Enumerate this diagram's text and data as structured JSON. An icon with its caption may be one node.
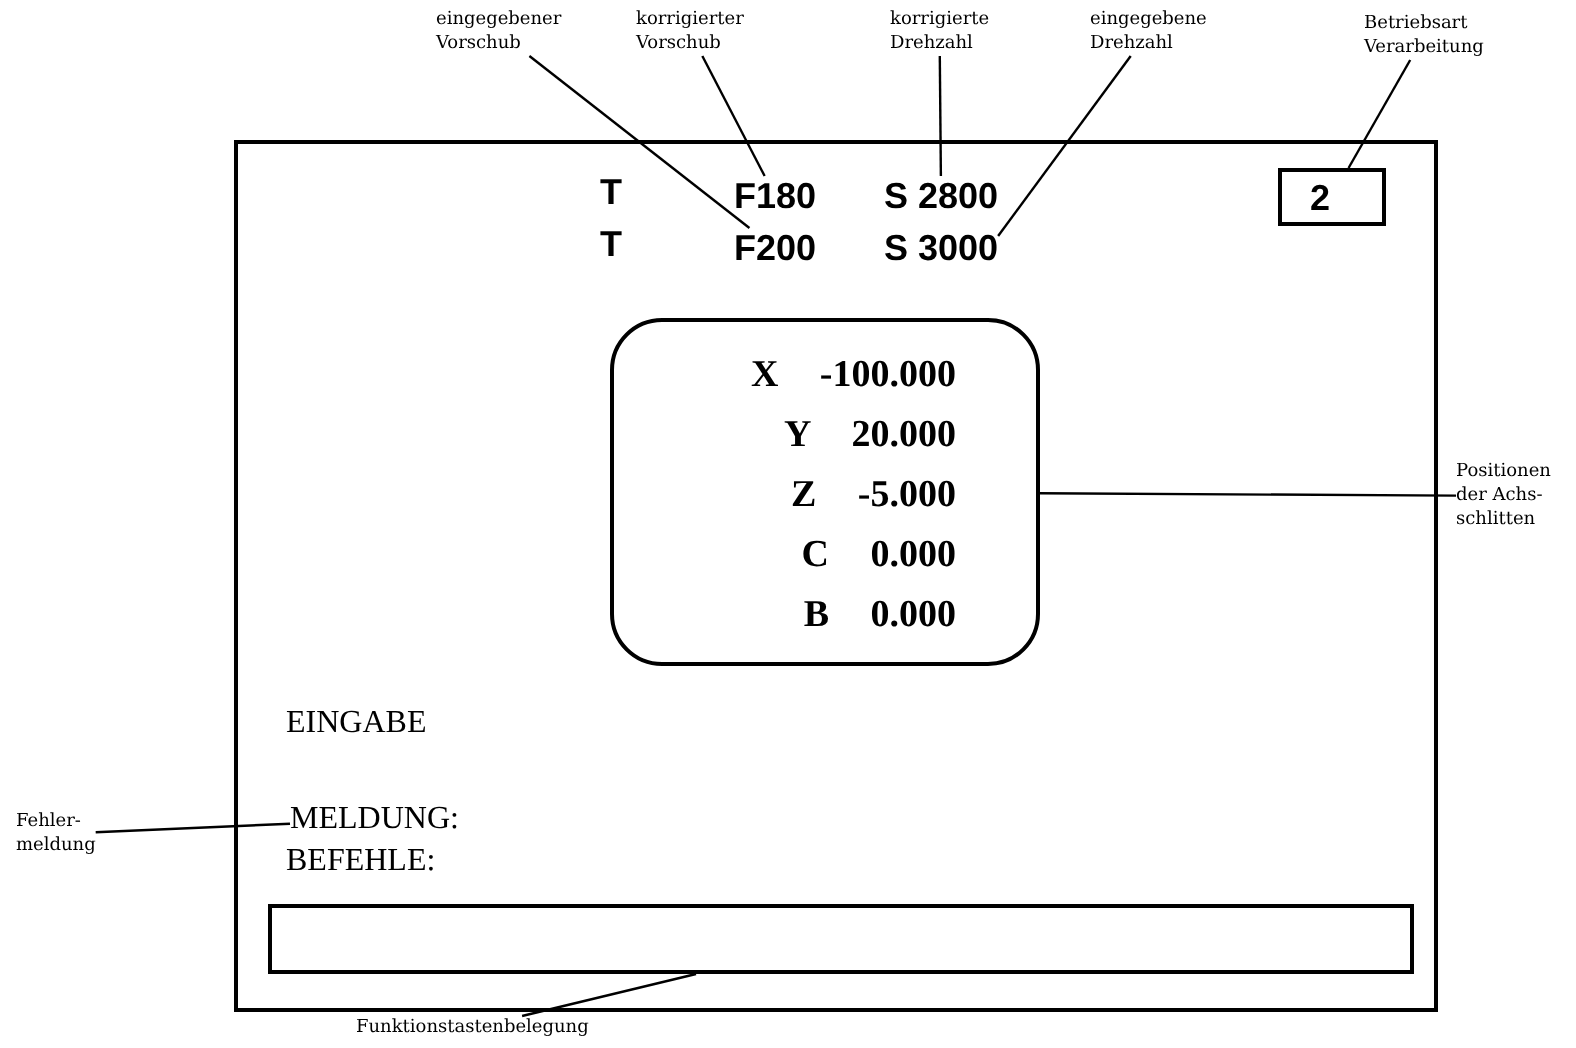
{
  "diagram": {
    "nodes": [
      {
        "text": [
          "eingegebener Vorschub"
        ]
      },
      {
        "text": [
          "korrigierter Vorschub"
        ]
      },
      {
        "text": [
          "korrigierte Drehzahl"
        ]
      },
      {
        "text": [
          "eingegebene Drehzahl"
        ]
      },
      {
        "text": [
          "Betriebsart Verarbeitung"
        ]
      },
      {
        "text": [],
        "shape": "box"
      },
      {
        "text": [
          "F180"
        ],
        "in": 5
      },
      {
        "text": [
          "S 2800"
        ],
        "in": 5
      },
      {
        "text": [
          "2"
        ],
        "in": 5
      },
      {
        "text": [
          "F200"
        ],
        "in": 5
      },
      {
        "text": [
          "S 3000"
        ],
        "in": 5
      },
      {
        "text": [
          "X -100.000",
          "Y 20.000",
          "Z -5.000",
          "C 0.000",
          "B 0.000"
        ],
        "in": 5
      },
      {
        "text": [
          "Positionen der Achs- schlitten"
        ]
      },
      {
        "text": [
          "MELDUNG:"
        ],
        "in": 5
      },
      {
        "text": [
          "Fehler- meldung"
        ]
      },
      {
        "text": [],
        "shape": "box",
        "in": 5
      },
      {
        "text": [
          "Funktionstastenbelegung"
        ]
      }
    ],
    "edges": [
      {
        "from": 0,
        "to": 9,
        "arrow": "none"
      },
      {
        "from": 1,
        "to": 6,
        "arrow": "none"
      },
      {
        "from": 2,
        "to": 7,
        "arrow": "none"
      },
      {
        "from": 3,
        "to": 10,
        "arrow": "none"
      },
      {
        "from": 4,
        "to": 8,
        "arrow": "none"
      },
      {
        "from": 12,
        "to": 11,
        "arrow": "none"
      },
      {
        "from": 14,
        "to": 13,
        "arrow": "none"
      },
      {
        "from": 16,
        "to": 15,
        "arrow": "none"
      }
    ],
    "labels": [
      "T",
      "T",
      "EINGABE",
      "BEFEHLE:"
    ]
  }
}
